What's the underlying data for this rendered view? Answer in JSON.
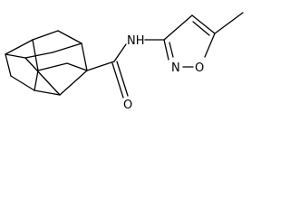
{
  "molecule": {
    "atoms": {
      "nh": "NH",
      "o_carbonyl": "O",
      "n_ring": "N",
      "o_ring": "O"
    }
  }
}
